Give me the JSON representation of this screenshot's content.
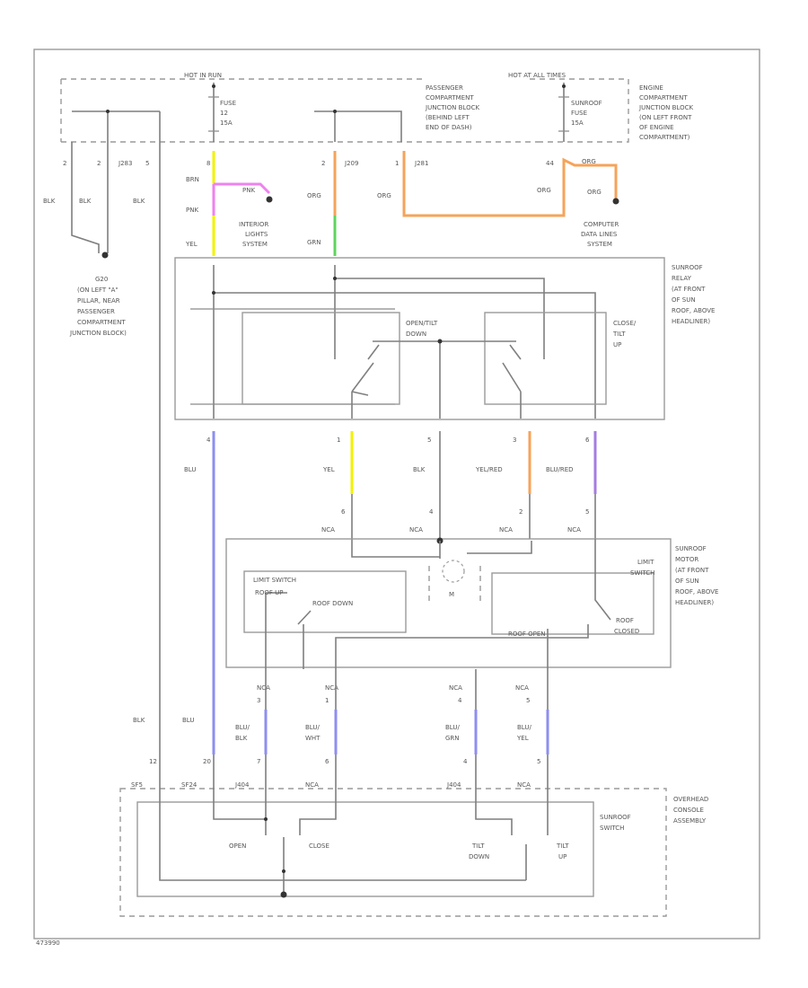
{
  "labels": {
    "hot_run_start": "HOT IN RUN",
    "hot_at_all_times": "HOT AT ALL TIMES",
    "fuse_12": [
      "FUSE",
      "12",
      "15A"
    ],
    "sunroof_fuse": [
      "SUNROOF",
      "FUSE",
      "15A"
    ],
    "pass_jb": [
      "PASSENGER",
      "COMPARTMENT",
      "JUNCTION BLOCK",
      "(BEHIND LEFT",
      "END OF DASH)"
    ],
    "engine_jb": [
      "ENGINE",
      "COMPARTMENT",
      "JUNCTION BLOCK",
      "(ON LEFT FRONT",
      "OF ENGINE",
      "COMPARTMENT)"
    ],
    "interior_lights": [
      "INTERIOR",
      "LIGHTS",
      "SYSTEM"
    ],
    "computer_data": [
      "COMPUTER",
      "DATA LINES",
      "SYSTEM"
    ],
    "ground": [
      "G20",
      "(ON LEFT \"A\"",
      "PILLAR, NEAR",
      "PASSENGER",
      "COMPARTMENT",
      "JUNCTION BLOCK)"
    ],
    "relay": [
      "SUNROOF",
      "RELAY",
      "(AT FRONT",
      "OF SUN",
      "ROOF, ABOVE",
      "HEADLINER)"
    ],
    "open_tilt_down": [
      "OPEN/TILT",
      "DOWN"
    ],
    "close_tilt_up": [
      "CLOSE/",
      "TILT",
      "UP"
    ],
    "motor": [
      "SUNROOF",
      "MOTOR",
      "(AT FRONT",
      "OF SUN",
      "ROOF, ABOVE",
      "HEADLINER)"
    ],
    "limit_switch": "LIMIT SWITCH",
    "limit_switch_r": [
      "LIMIT",
      "SWITCH"
    ],
    "roof_up": "ROOF UP",
    "roof_down": "ROOF DOWN",
    "roof_open": "ROOF OPEN",
    "roof_closed": [
      "ROOF",
      "CLOSED"
    ],
    "motor_m": "M",
    "console": [
      "OVERHEAD",
      "CONSOLE",
      "ASSEMBLY"
    ],
    "sunroof_switch": [
      "SUNROOF",
      "SWITCH"
    ],
    "open": "OPEN",
    "close": "CLOSE",
    "tilt_down": [
      "TILT",
      "DOWN"
    ],
    "tilt_up": [
      "TILT",
      "UP"
    ],
    "footer": "473990"
  },
  "connectors": {
    "j_left": [
      "2",
      "2",
      "J283",
      "5"
    ],
    "j_fuse": "8",
    "j_pass2": [
      "2",
      "J209"
    ],
    "j_pass1": [
      "1",
      "J281"
    ],
    "j_eng": "44",
    "relay_bottom": [
      "4",
      "1",
      "5",
      "3",
      "6"
    ],
    "motor_top": [
      "6",
      "4",
      "2",
      "5"
    ],
    "motor_top_conn": [
      "NCA",
      "NCA",
      "NCA",
      "NCA"
    ],
    "motor_bot": [
      "3",
      "1",
      "4",
      "5"
    ],
    "motor_bot_conn": [
      "NCA",
      "NCA",
      "NCA",
      "NCA"
    ],
    "console_top": [
      "12",
      "20",
      "7",
      "6",
      "4",
      "5"
    ],
    "console_conn": [
      "SF5",
      "SF24",
      "J404",
      "NCA",
      "J404",
      "NCA"
    ]
  },
  "wire_colors": {
    "blk": "BLK",
    "brn": "BRN",
    "pnk": "PNK",
    "yel": "YEL",
    "org": "ORG",
    "grn": "GRN",
    "blu": "BLU",
    "yel_red": "YEL/RED",
    "blu_red": "BLU/RED",
    "blu_blk": [
      "BLU/",
      "BLK"
    ],
    "blu_wht": [
      "BLU/",
      "WHT"
    ],
    "blu_grn": [
      "BLU/",
      "GRN"
    ],
    "blu_yel": [
      "BLU/",
      "YEL"
    ]
  },
  "colors": {
    "pink": "#ee82ee",
    "yellow": "#f2f200",
    "orange": "#f6a35a",
    "green": "#5fd35f",
    "blue": "#8e8ef2",
    "purple": "#a67ce0",
    "gray": "#7f7f7f"
  }
}
